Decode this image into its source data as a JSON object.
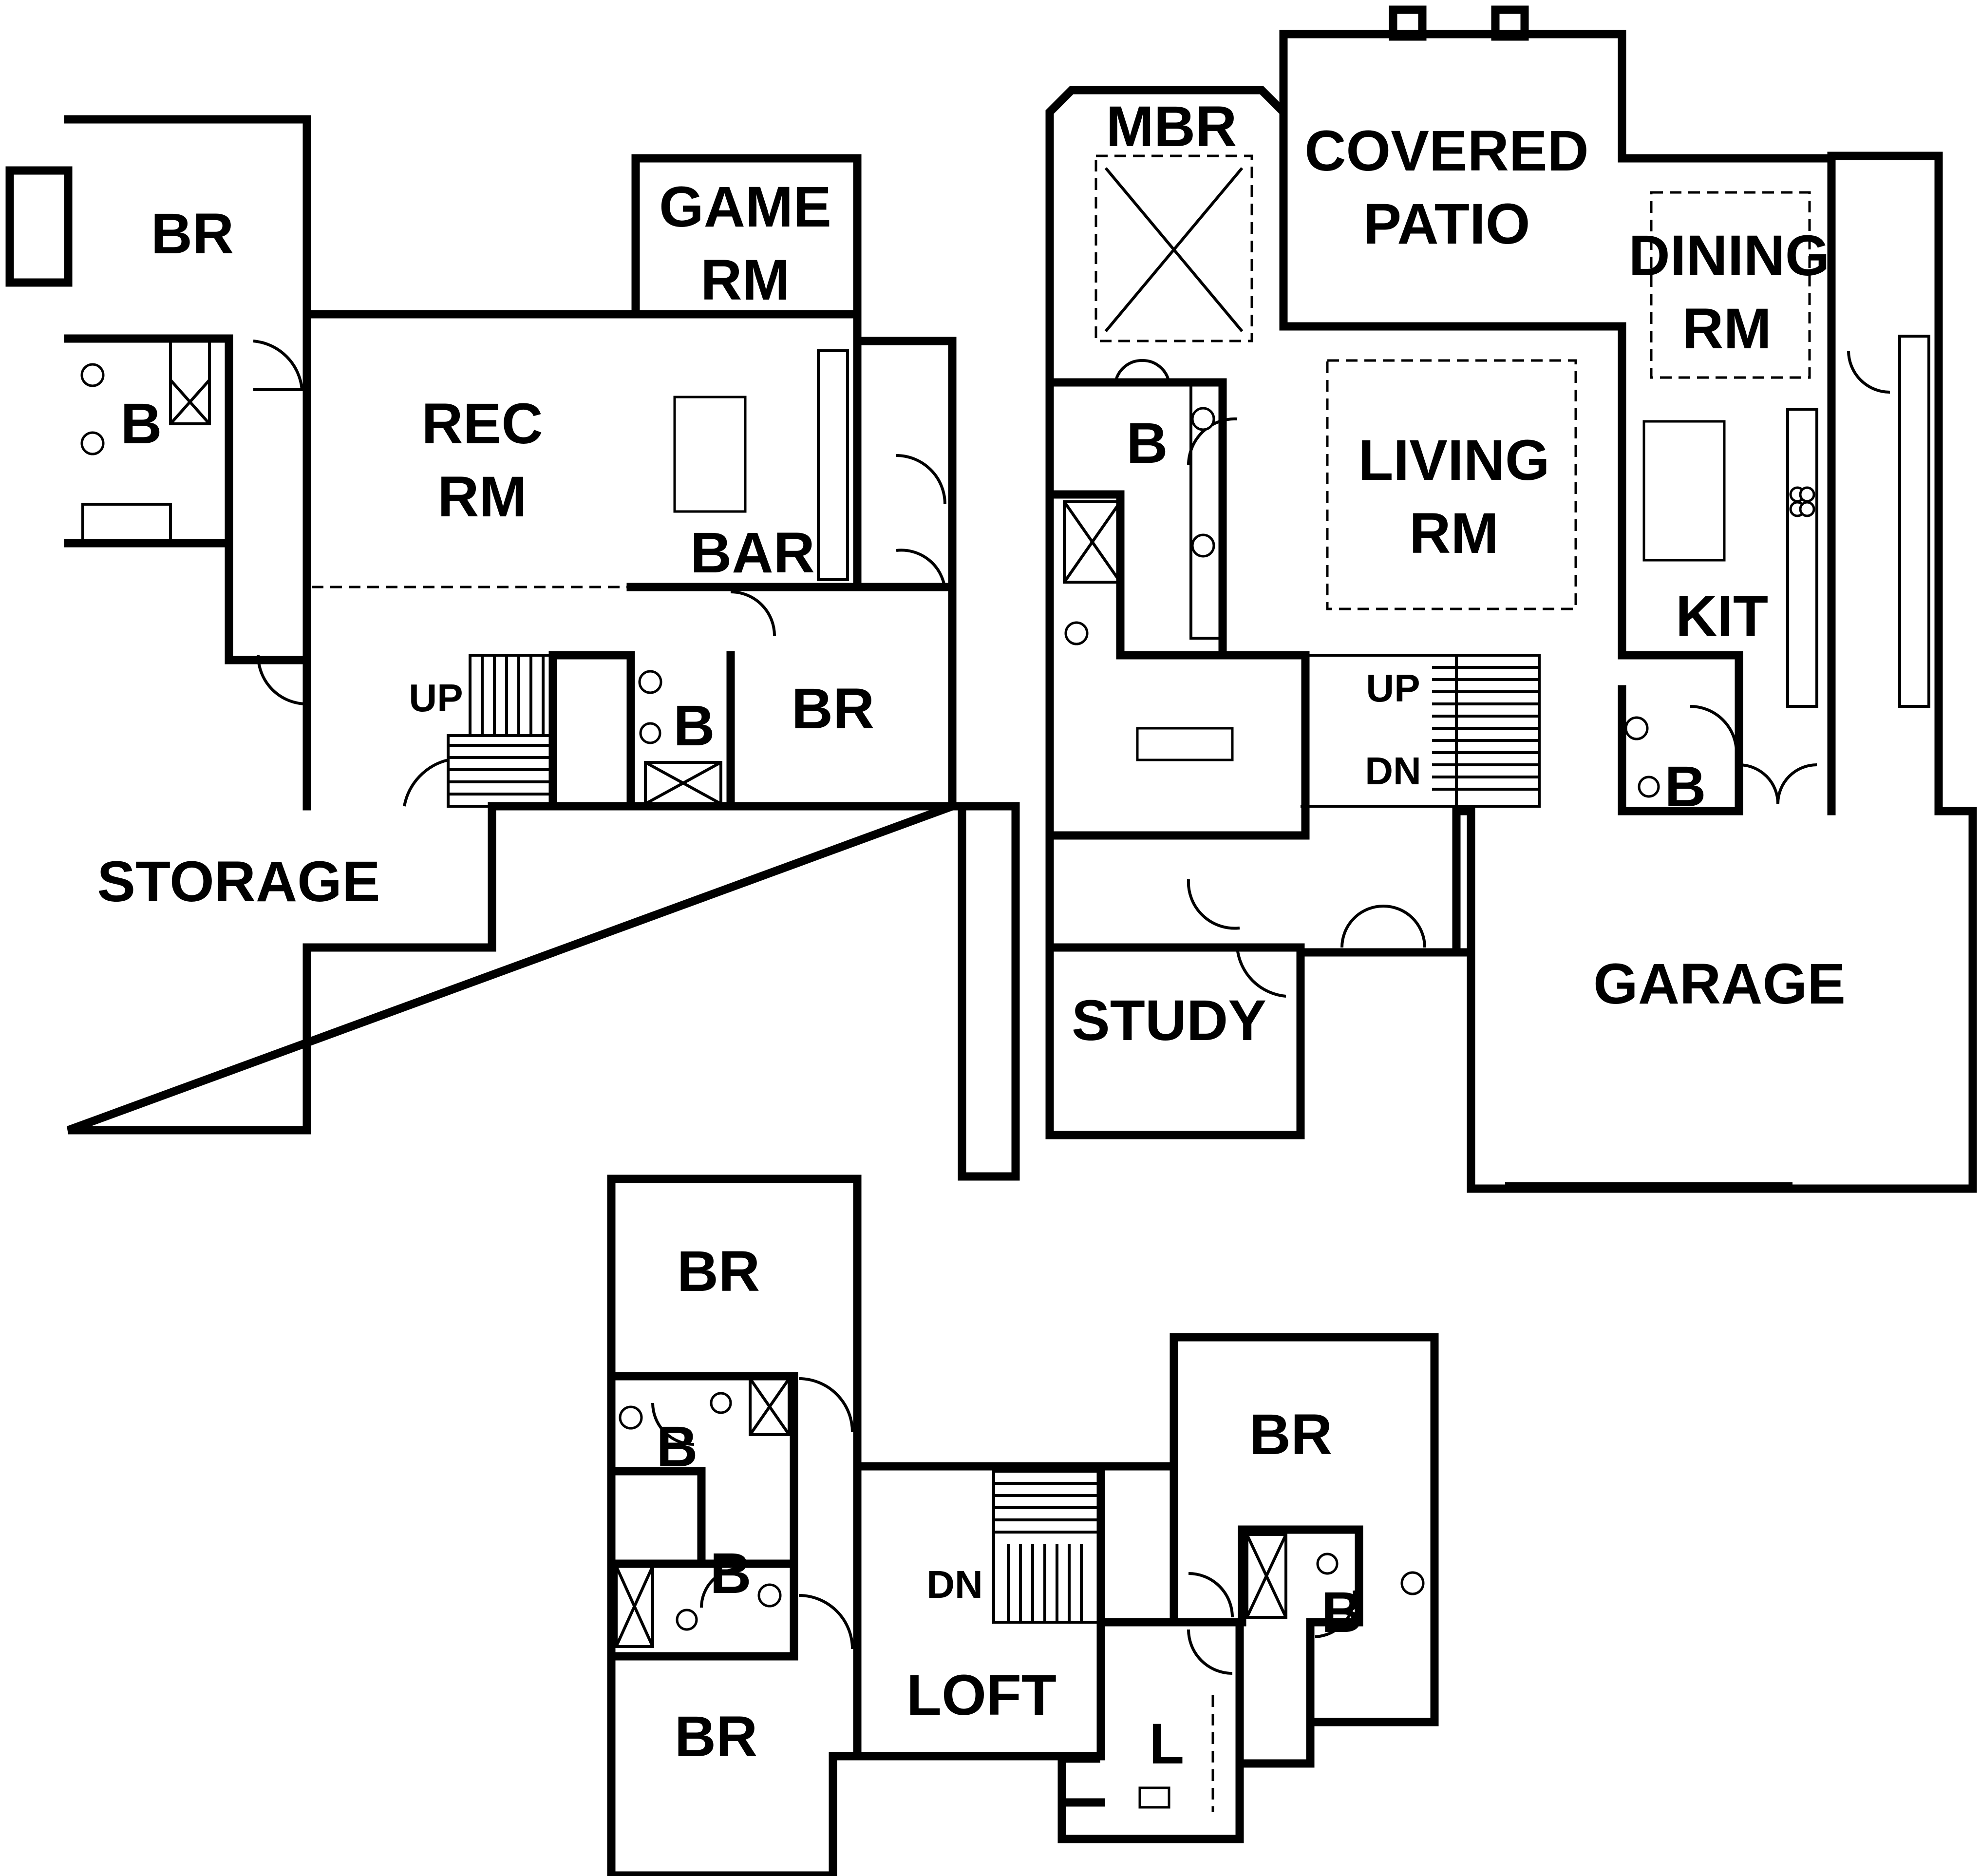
{
  "lower_level": {
    "labels": {
      "br_top": "BR",
      "bath_left": "B",
      "game_rm": [
        "GAME",
        "RM"
      ],
      "rec_rm": [
        "REC",
        "RM"
      ],
      "bar": "BAR",
      "up": "UP",
      "bath_mid": "B",
      "br_right": "BR",
      "storage": "STORAGE"
    }
  },
  "main_level": {
    "labels": {
      "mbr": "MBR",
      "covered_patio": [
        "COVERED",
        "PATIO"
      ],
      "dining_rm": [
        "DINING",
        "RM"
      ],
      "bath_master": "B",
      "living_rm": [
        "LIVING",
        "RM"
      ],
      "kit": "KIT",
      "up": "UP",
      "dn": "DN",
      "bath_powder": "B",
      "study": "STUDY",
      "garage": "GARAGE"
    }
  },
  "upper_level": {
    "labels": {
      "br_top": "BR",
      "bath_a": "B",
      "bath_b": "B",
      "br_bottom": "BR",
      "dn": "DN",
      "loft": "LOFT",
      "laundry": "L",
      "br_right": "BR",
      "bath_c": "B"
    }
  }
}
